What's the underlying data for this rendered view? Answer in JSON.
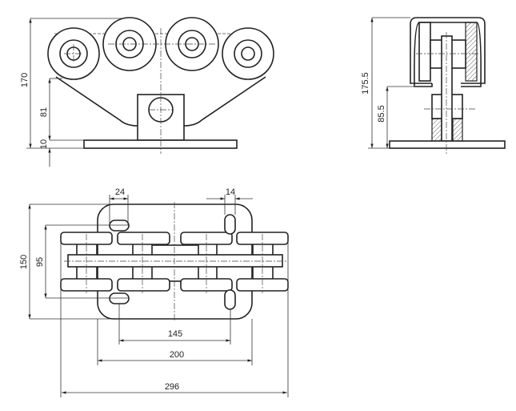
{
  "front_view": {
    "dim_height_total": "170",
    "dim_height_body": "81",
    "dim_plate": "10"
  },
  "side_view": {
    "dim_height_total": "175.5",
    "dim_height_lower": "85.5"
  },
  "top_view": {
    "dim_slot_width": "24",
    "dim_slot_vertical": "14",
    "dim_plate_depth": "150",
    "dim_slot_spacing_y": "95",
    "dim_slot_spacing_x": "145",
    "dim_plate_width": "200",
    "dim_overall_width": "296"
  },
  "colors": {
    "line": "#222222",
    "background": "#ffffff"
  }
}
